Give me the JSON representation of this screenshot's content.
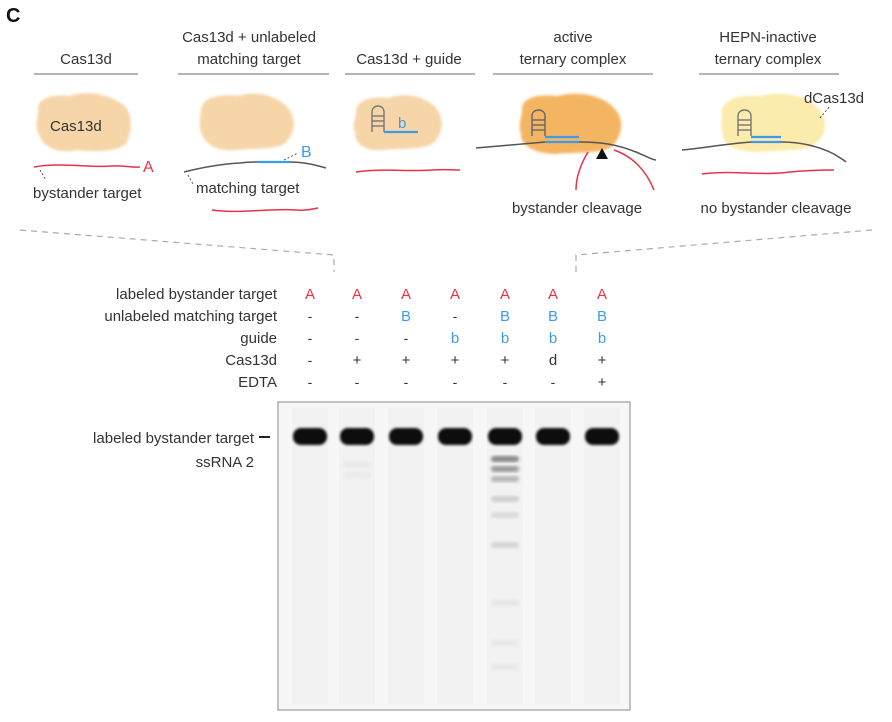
{
  "panel_letter": "C",
  "colors": {
    "bystander": "#e8324a",
    "matching_guide": "#3d9be9",
    "text": "#333333",
    "rna_gray": "#555555",
    "protein": "#f6d3a4",
    "protein_active": "#f4b25a",
    "protein_inactive": "#fbeaa8",
    "band": "#0d0d0d",
    "dashed": "#aaaaaa"
  },
  "schematics": [
    {
      "title_lines": [
        "Cas13d"
      ],
      "protein_label": "Cas13d",
      "target_letter": "A",
      "caption": "bystander target"
    },
    {
      "title_lines": [
        "Cas13d + unlabeled",
        "matching target"
      ],
      "target_letter": "B",
      "caption": "matching target"
    },
    {
      "title_lines": [
        "Cas13d + guide"
      ],
      "guide_letter": "b"
    },
    {
      "title_lines": [
        "active",
        "ternary complex"
      ],
      "caption": "bystander cleavage"
    },
    {
      "title_lines": [
        "HEPN-inactive",
        "ternary complex"
      ],
      "protein_label": "dCas13d",
      "caption": "no bystander cleavage"
    }
  ],
  "gel": {
    "row_labels": [
      "labeled bystander target",
      "unlabeled matching target",
      "guide",
      "Cas13d",
      "EDTA"
    ],
    "lanes": [
      {
        "cells": [
          "A",
          "-",
          "-",
          "-",
          "-"
        ],
        "smear": 0.0
      },
      {
        "cells": [
          "A",
          "-",
          "-",
          "+",
          "-"
        ],
        "smear": 0.15
      },
      {
        "cells": [
          "A",
          "B",
          "-",
          "+",
          "-"
        ],
        "smear": 0.0
      },
      {
        "cells": [
          "A",
          "-",
          "b",
          "+",
          "-"
        ],
        "smear": 0.0
      },
      {
        "cells": [
          "A",
          "B",
          "b",
          "+",
          "-"
        ],
        "smear": 1.0
      },
      {
        "cells": [
          "A",
          "B",
          "b",
          "d",
          "-"
        ],
        "smear": 0.0
      },
      {
        "cells": [
          "A",
          "B",
          "b",
          "+",
          "+"
        ],
        "smear": 0.0
      }
    ],
    "band_label": "labeled bystander target",
    "band_sublabel": "ssRNA 2"
  }
}
